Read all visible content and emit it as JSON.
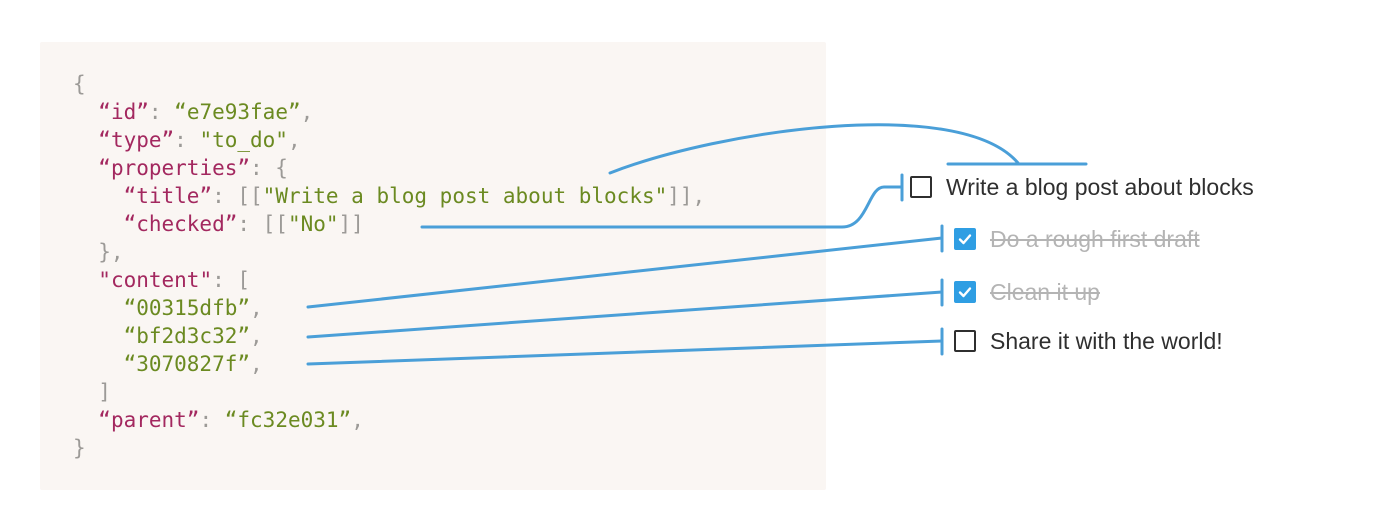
{
  "code": {
    "open_brace": "{",
    "close_brace": "}",
    "id_key": "“id”",
    "id_value": "“e7e93fae”",
    "type_key": "“type”",
    "type_value": "\"to_do\"",
    "properties_key": "“properties”",
    "title_key": "“title”",
    "title_value": "\"Write a blog post about blocks\"",
    "checked_key": "“checked”",
    "checked_value": "\"No\"",
    "content_key": "\"content\"",
    "content_items": [
      "“00315dfb”",
      "“bf2d3c32”",
      "“3070827f”"
    ],
    "parent_key": "“parent”",
    "parent_value": "“fc32e031”"
  },
  "todos": [
    {
      "label": "Write a blog post about blocks",
      "checked": false
    },
    {
      "label": "Do a rough first draft",
      "checked": true
    },
    {
      "label": "Clean it up",
      "checked": true
    },
    {
      "label": "Share it with the world!",
      "checked": false
    }
  ],
  "colors": {
    "connector": "#4a9fd8",
    "checkbox_checked": "#2f9ee3",
    "key": "#a3285f",
    "string": "#6b8a21",
    "punctuation": "#9c9a97",
    "panel": "#faf6f3"
  }
}
